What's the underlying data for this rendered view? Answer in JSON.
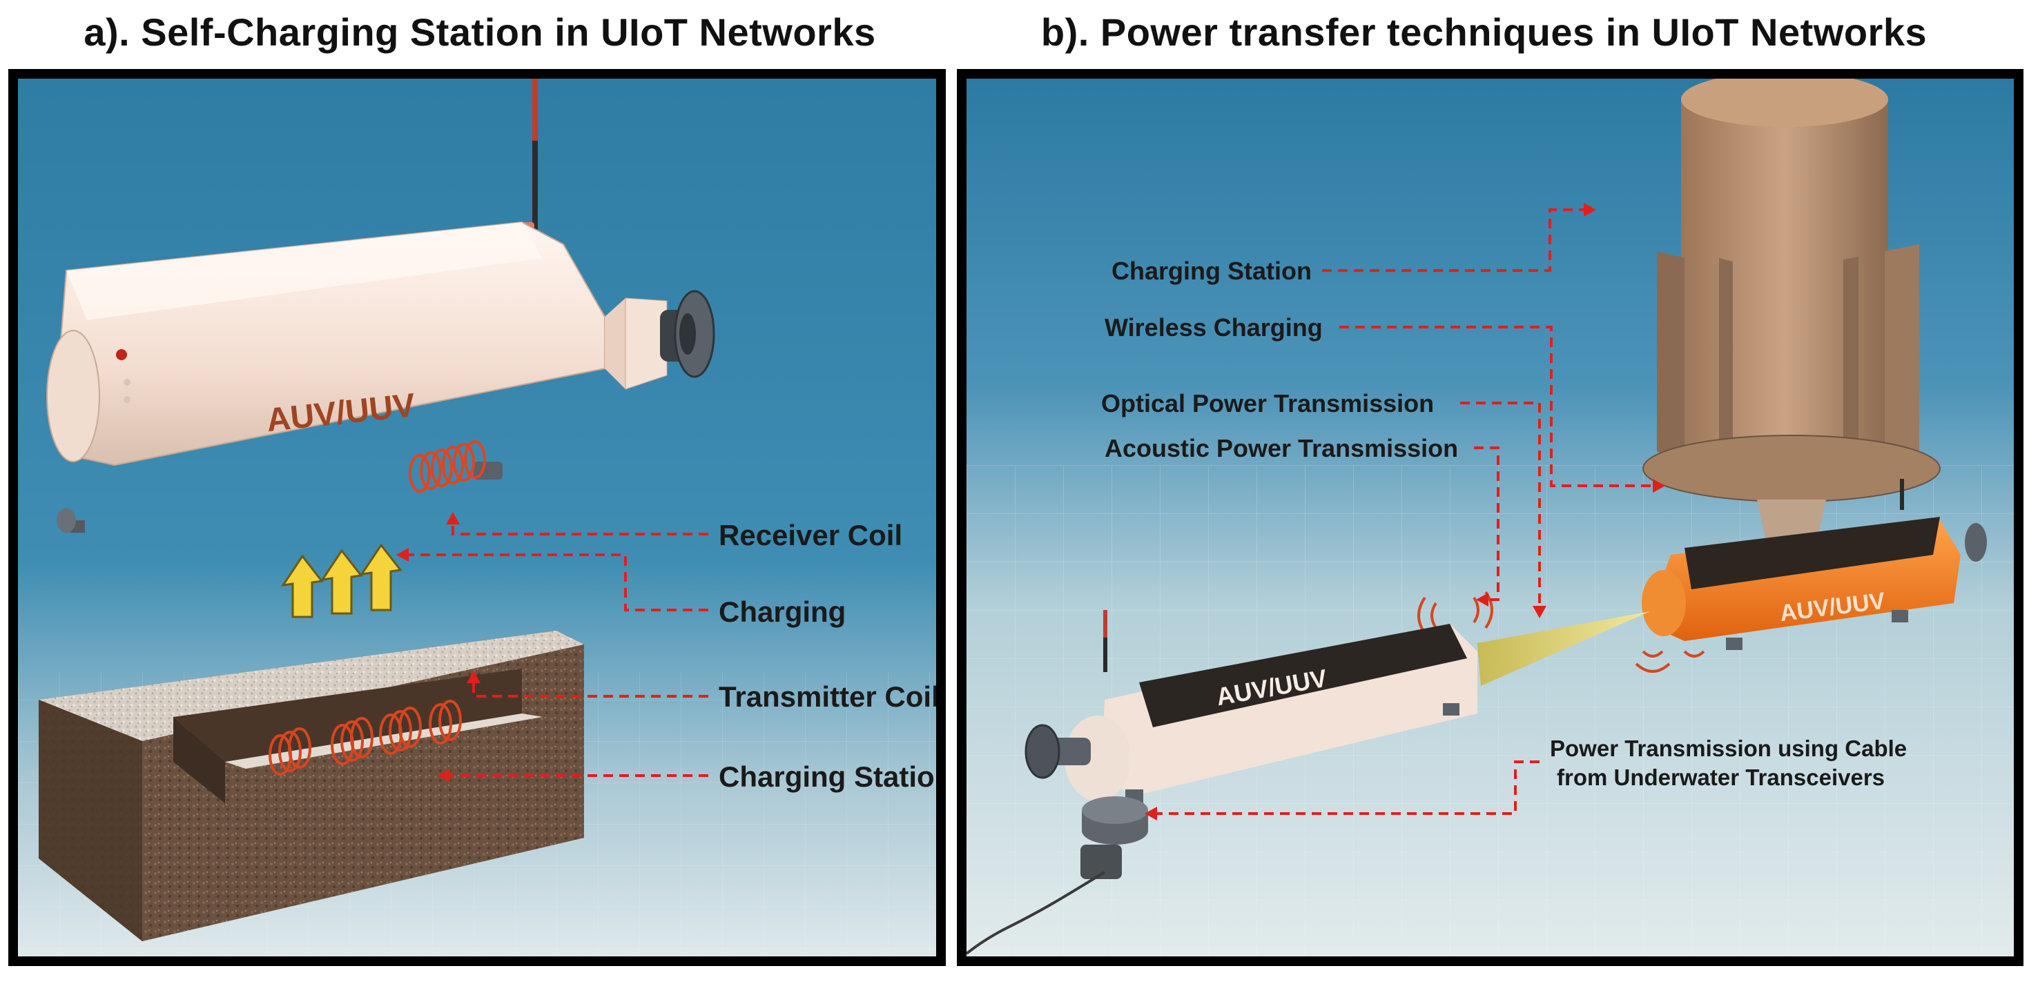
{
  "panel_a": {
    "title": "a). Self-Charging Station in UIoT Networks",
    "vehicle_label": "AUV/UUV",
    "labels": {
      "receiver_coil": "Receiver Coil",
      "charging": "Charging",
      "transmitter_coil": "Transmitter Coil",
      "charging_station": "Charging Station"
    }
  },
  "panel_b": {
    "title": "b). Power transfer techniques in UIoT Networks",
    "vehicle_label_left": "AUV/UUV",
    "vehicle_label_right": "AUV/UUV",
    "labels": {
      "charging_station": "Charging Station",
      "wireless_charging": "Wireless Charging",
      "optical": "Optical Power Transmission",
      "acoustic": "Acoustic Power Transmission",
      "cable_line1": "Power Transmission using Cable",
      "cable_line2": "from Underwater Transceivers"
    }
  },
  "colors": {
    "water_top": "#2c7aa3",
    "water_bottom": "#d8e6ea",
    "leader_line": "#e0201a",
    "vehicle_body": "#f6e4d8",
    "station_block": "#6e5340",
    "tower": "#b48b69",
    "orange_vehicle": "#f27a1c",
    "arrow_fill": "#f5d33a"
  }
}
